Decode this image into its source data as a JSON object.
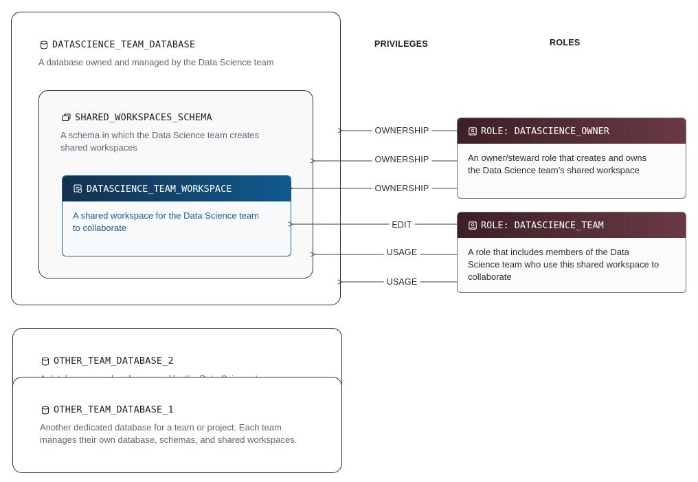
{
  "headers": {
    "privileges": "PRIVILEGES",
    "roles": "ROLES"
  },
  "main_database": {
    "name": "DATASCIENCE_TEAM_DATABASE",
    "description": "A database owned and managed by the Data Science team",
    "schema": {
      "name": "SHARED_WORKSPACES_SCHEMA",
      "description_lines": [
        "A schema in which the Data Science team creates",
        "shared workspaces"
      ],
      "workspace": {
        "name": "DATASCIENCE_TEAM_WORKSPACE",
        "description_lines": [
          "A shared workspace for the Data Science team",
          "to collaborate"
        ]
      }
    }
  },
  "roles": [
    {
      "name": "ROLE: DATASCIENCE_OWNER",
      "description_lines": [
        "An owner/steward role that creates and owns",
        "the Data Science team’s shared workspace"
      ]
    },
    {
      "name": "ROLE: DATASCIENCE_TEAM",
      "description_lines": [
        "A role that includes members of the Data",
        "Science team who use this shared workspace to",
        "collaborate"
      ]
    }
  ],
  "privileges": [
    {
      "label": "OWNERSHIP",
      "role": "ROLE: DATASCIENCE_OWNER",
      "target": "DATASCIENCE_TEAM_DATABASE"
    },
    {
      "label": "OWNERSHIP",
      "role": "ROLE: DATASCIENCE_OWNER",
      "target": "SHARED_WORKSPACES_SCHEMA"
    },
    {
      "label": "OWNERSHIP",
      "role": "ROLE: DATASCIENCE_OWNER",
      "target": "DATASCIENCE_TEAM_WORKSPACE"
    },
    {
      "label": "EDIT",
      "role": "ROLE: DATASCIENCE_TEAM",
      "target": "DATASCIENCE_TEAM_WORKSPACE"
    },
    {
      "label": "USAGE",
      "role": "ROLE: DATASCIENCE_TEAM",
      "target": "SHARED_WORKSPACES_SCHEMA"
    },
    {
      "label": "USAGE",
      "role": "ROLE: DATASCIENCE_TEAM",
      "target": "DATASCIENCE_TEAM_DATABASE"
    }
  ],
  "other_databases": [
    {
      "name": "OTHER_TEAM_DATABASE_2",
      "description": "A database owned and managed by the Data Science team"
    },
    {
      "name": "OTHER_TEAM_DATABASE_1",
      "description_lines": [
        "Another dedicated database for a team or project. Each team",
        "manages their own database, schemas, and shared workspaces."
      ]
    }
  ],
  "icons": {
    "database": "database-icon",
    "schema": "schema-icon",
    "workspace": "workspace-icon",
    "role": "role-icon"
  },
  "colors": {
    "workspace_header_start": "#15314f",
    "workspace_header_end": "#0f5a8e",
    "workspace_text": "#1a5d8f",
    "role_header_start": "#3d1f25",
    "role_header_end": "#6a3a44"
  }
}
